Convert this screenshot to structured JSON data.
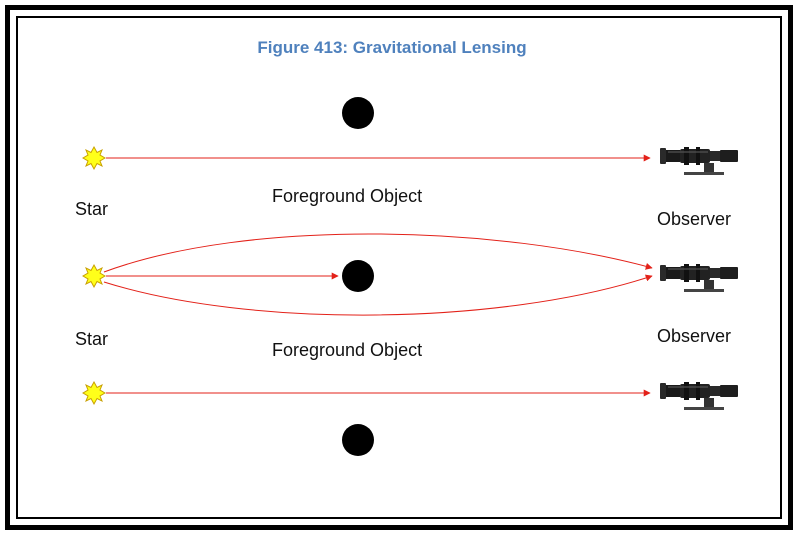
{
  "figure": {
    "title": "Figure 413: Gravitational Lensing",
    "title_color": "#4f81bd"
  },
  "labels": {
    "star_top": "Star",
    "star_bottom": "Star",
    "foreground_top": "Foreground Object",
    "foreground_bottom": "Foreground Object",
    "observer_top": "Observer",
    "observer_bottom": "Observer"
  },
  "colors": {
    "ray": "#e32119",
    "star_fill": "#ffff1a",
    "star_stroke": "#c8a000",
    "object": "#000000",
    "frame": "#000000"
  },
  "icons": {
    "star": "sun-icon",
    "observer": "telescope-icon",
    "foreground_object": "black-disc"
  }
}
